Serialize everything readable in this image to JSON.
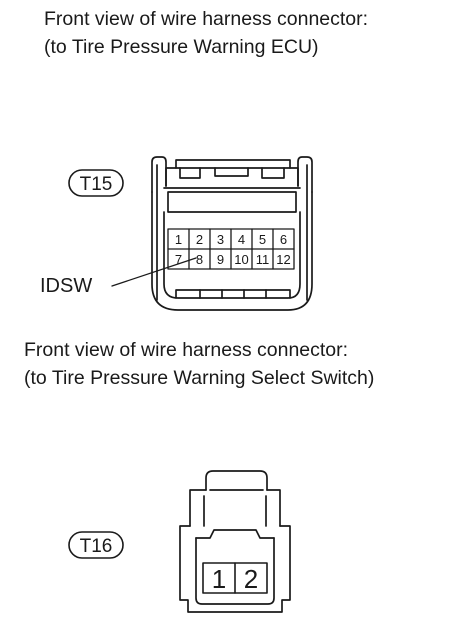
{
  "ecu_connector": {
    "caption_line1": "Front view of wire harness connector:",
    "caption_line2": "(to Tire Pressure Warning ECU)",
    "id": "T15",
    "pins_row1": [
      "1",
      "2",
      "3",
      "4",
      "5",
      "6"
    ],
    "pins_row2": [
      "7",
      "8",
      "9",
      "10",
      "11",
      "12"
    ],
    "callout_label": "IDSW"
  },
  "switch_connector": {
    "caption_line1": "Front view of wire harness connector:",
    "caption_line2": "(to Tire Pressure Warning Select Switch)",
    "id": "T16",
    "pins": [
      "1",
      "2"
    ]
  }
}
